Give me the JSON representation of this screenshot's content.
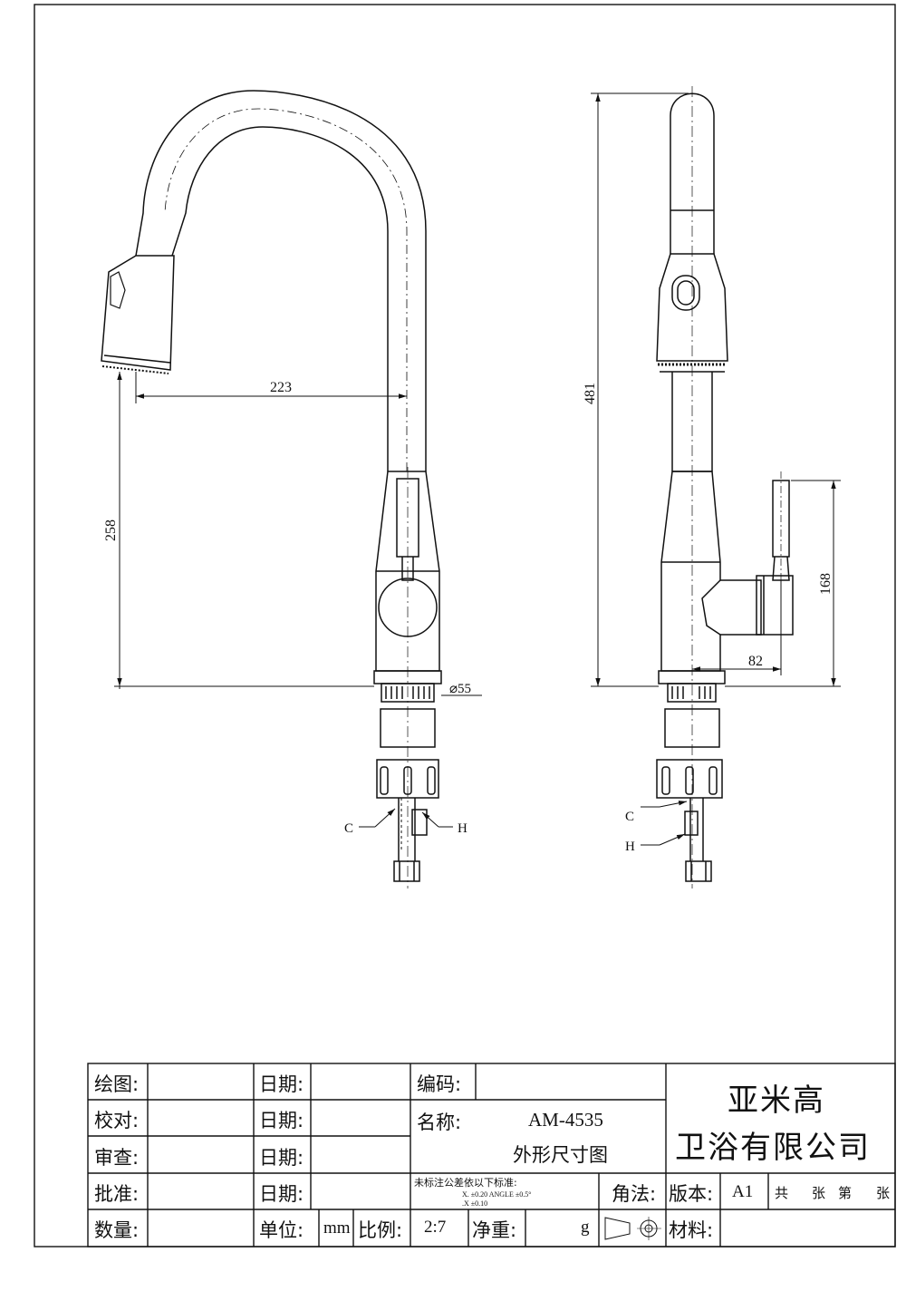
{
  "dimensions": {
    "spout_reach": "223",
    "spout_height": "258",
    "total_height": "481",
    "handle_height": "168",
    "handle_depth": "82",
    "base_diameter": "⌀55",
    "cold_label": "C",
    "hot_label": "H",
    "cold_label_side": "C",
    "hot_label_side": "H"
  },
  "title_block": {
    "draw_label": "绘图:",
    "check_label": "校对:",
    "review_label": "审查:",
    "approve_label": "批准:",
    "quantity_label": "数量:",
    "date_label_1": "日期:",
    "date_label_2": "日期:",
    "date_label_3": "日期:",
    "date_label_4": "日期:",
    "unit_label": "单位:",
    "unit_value": "mm",
    "scale_label": "比例:",
    "scale_value": "2:7",
    "weight_label": "净重:",
    "weight_unit": "g",
    "code_label": "编码:",
    "name_label": "名称:",
    "model": "AM-4535",
    "drawing_name": "外形尺寸图",
    "company_line1": "亚米高",
    "company_line2": "卫浴有限公司",
    "tolerance_title": "未标注公差依以下标准:",
    "tolerance_line1": "X.        ±0.20   ANGLE   ±0.5°",
    "tolerance_line2": ".X        ±0.10",
    "projection_label": "角法:",
    "version_label": "版本:",
    "version_value": "A1",
    "sheet_total": "共",
    "sheet_unit_1": "张",
    "sheet_no": "第",
    "sheet_unit_2": "张",
    "material_label": "材料:"
  }
}
